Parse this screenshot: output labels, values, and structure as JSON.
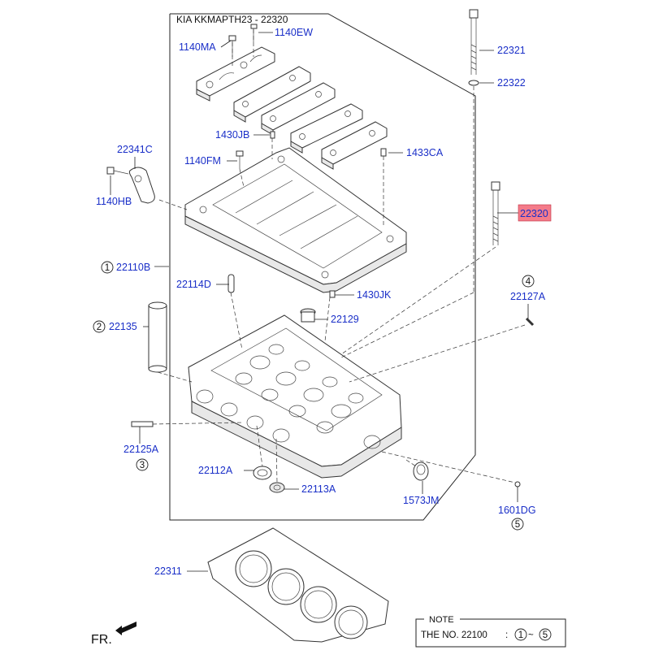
{
  "header": {
    "title": "KIA KKMAPTH23 - 22320"
  },
  "highlight_color": "#f47b8a",
  "link_color": "#1a2fc8",
  "labels": {
    "l1140MA": "1140MA",
    "l1140EW": "1140EW",
    "l22321": "22321",
    "l22322": "22322",
    "l1430JB": "1430JB",
    "l1433CA": "1433CA",
    "l22341C": "22341C",
    "l1140FM": "1140FM",
    "l1140HB": "1140HB",
    "l22320": "22320",
    "l22110B": "22110B",
    "l22114D": "22114D",
    "l1430JK": "1430JK",
    "l22127A": "22127A",
    "l22129": "22129",
    "l22135": "22135",
    "l22125A": "22125A",
    "l22112A": "22112A",
    "l22113A": "22113A",
    "l1573JM": "1573JM",
    "l1601DG": "1601DG",
    "l22311": "22311"
  },
  "circles": {
    "c1": "1",
    "c2": "2",
    "c3": "3",
    "c4": "4",
    "c5": "5",
    "n1": "1",
    "n5": "5"
  },
  "note": {
    "title": "NOTE",
    "text": "THE NO. 22100",
    "colon": ":",
    "tilde": "~"
  },
  "fr": {
    "label": "FR."
  }
}
